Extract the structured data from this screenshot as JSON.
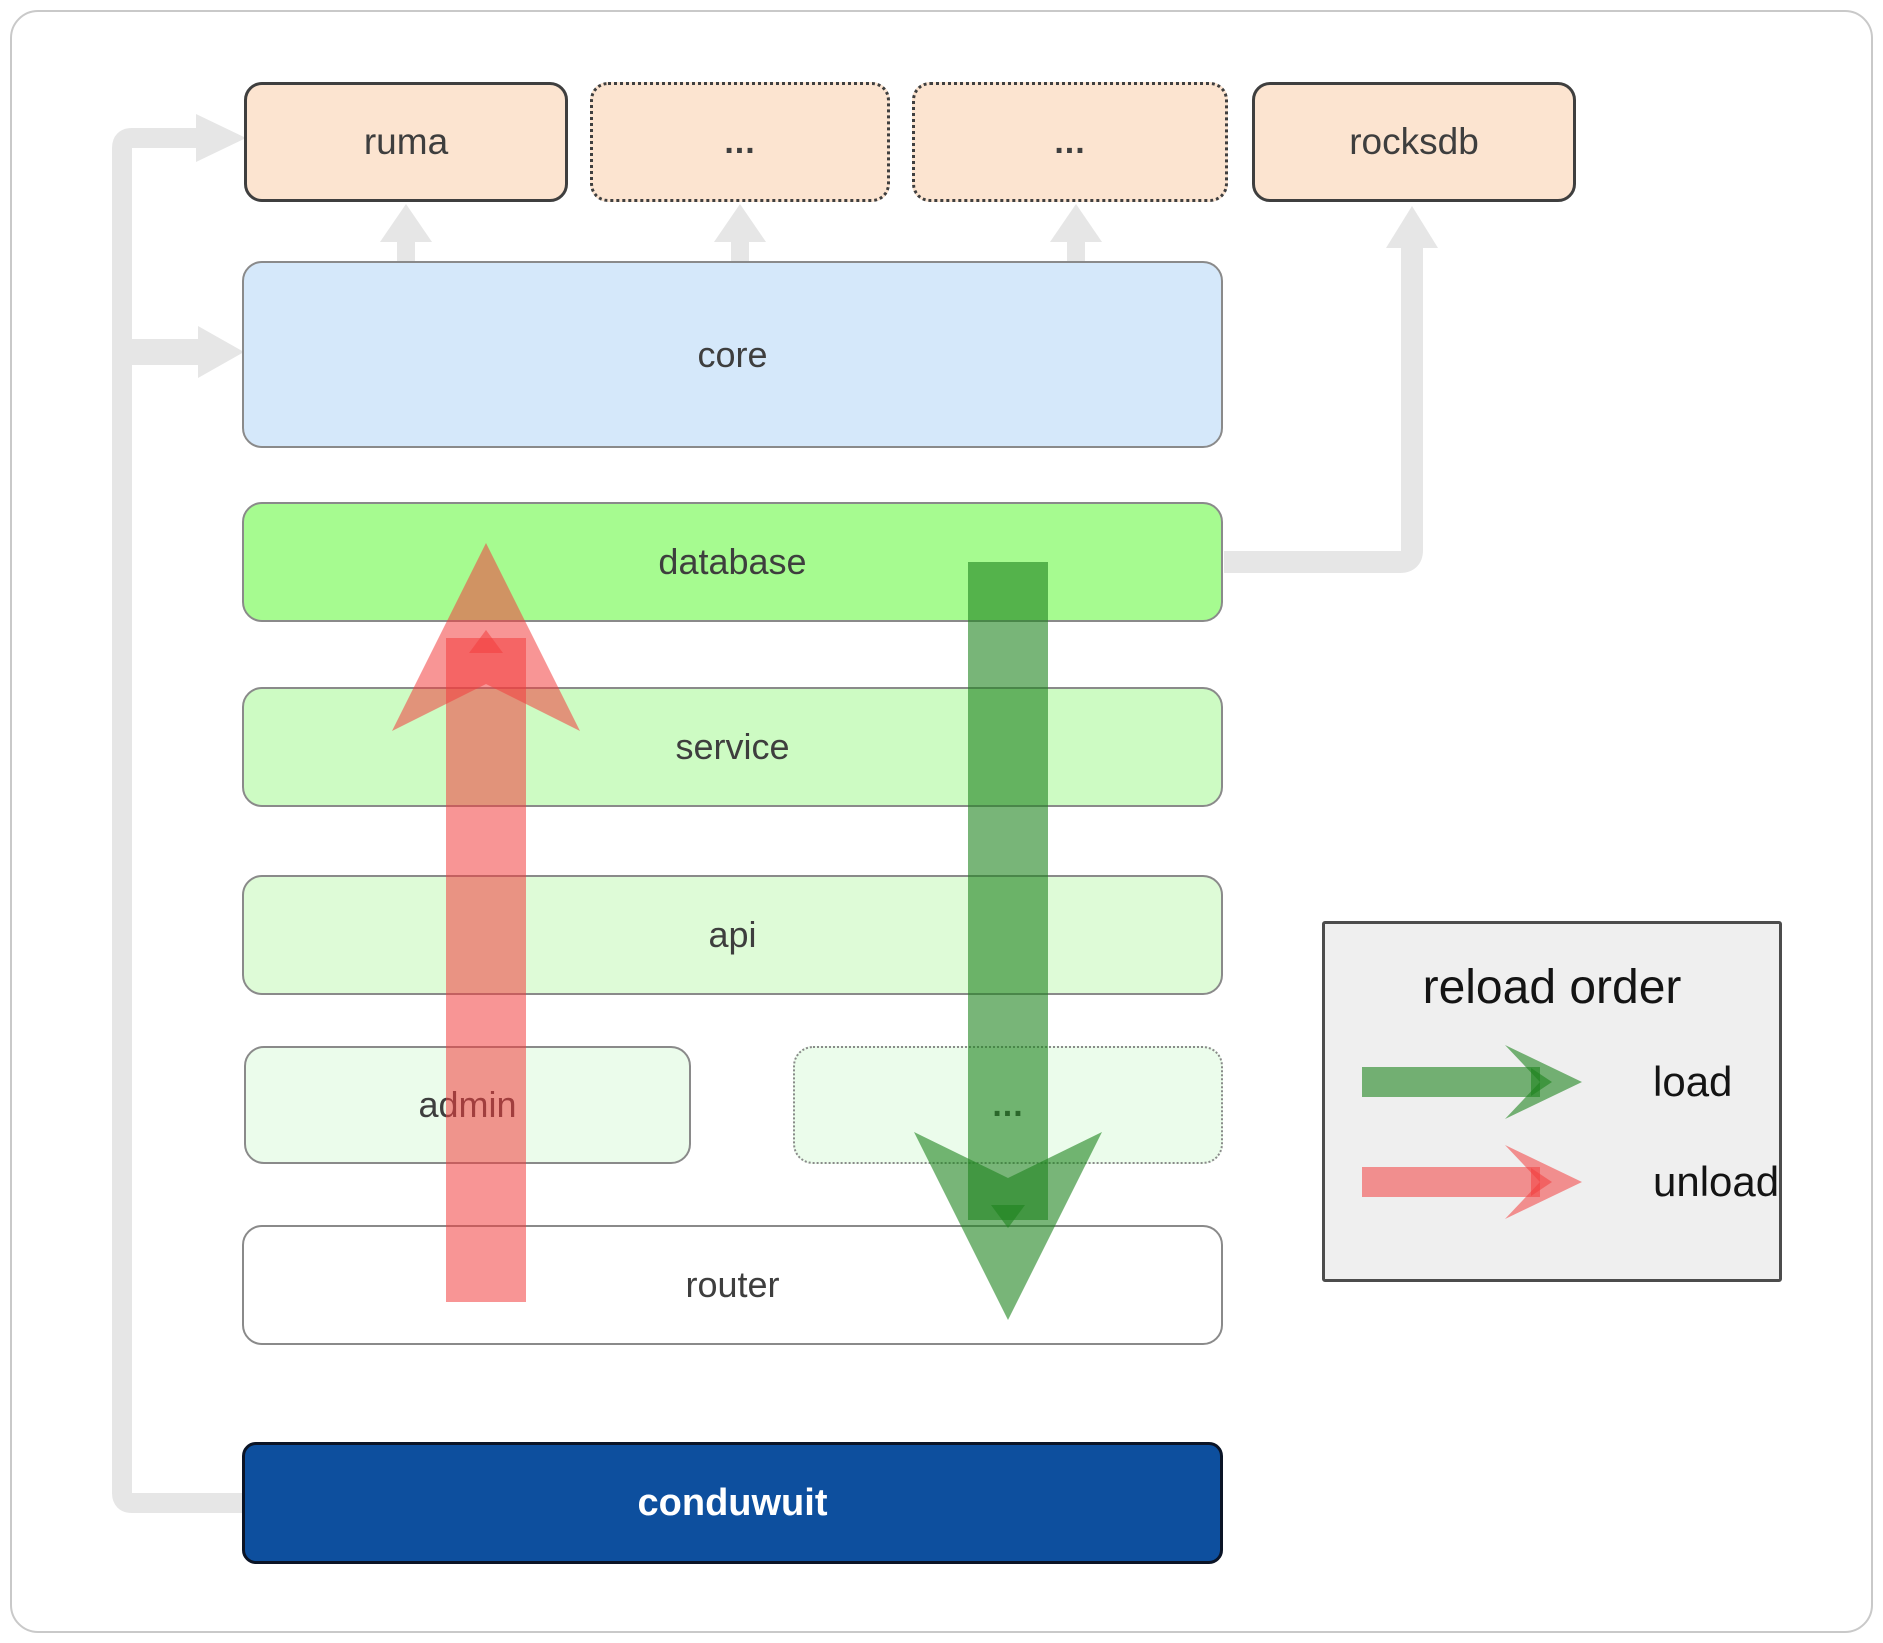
{
  "nodes": {
    "ruma": {
      "label": "ruma"
    },
    "ellipsis_top_left": {
      "label": "..."
    },
    "ellipsis_top_right": {
      "label": "..."
    },
    "rocksdb": {
      "label": "rocksdb"
    },
    "core": {
      "label": "core"
    },
    "database": {
      "label": "database"
    },
    "service": {
      "label": "service"
    },
    "api": {
      "label": "api"
    },
    "admin": {
      "label": "admin"
    },
    "ellipsis_mid": {
      "label": "..."
    },
    "router": {
      "label": "router"
    },
    "conduwuit": {
      "label": "conduwuit"
    }
  },
  "legend": {
    "title": "reload order",
    "items": [
      {
        "label": "load",
        "color": "#3f9d44"
      },
      {
        "label": "unload",
        "color": "#f37070"
      }
    ]
  },
  "colors": {
    "peach_fill": "#fce4d0",
    "core_fill": "#d5e8fa",
    "database_fill": "#a6fb90",
    "service_fill": "#cdfbc3",
    "api_fill": "#defbd7",
    "admin_fill": "#ebfceb",
    "router_fill": "#ffffff",
    "conduwuit_fill": "#0d4f9e",
    "connector_gray": "#e6e6e6",
    "load_green": "rgba(30,132,30,0.6)",
    "unload_red": "rgba(242,62,62,0.55)"
  }
}
